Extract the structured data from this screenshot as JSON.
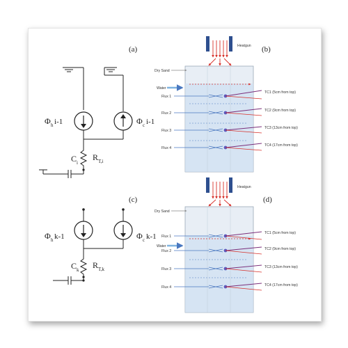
{
  "panels": {
    "a": {
      "label": "(a)",
      "flux_h": {
        "symbol": "Φ",
        "sub": "h",
        "suffix": "i-1"
      },
      "flux_c": {
        "symbol": "Φ",
        "sub": "c",
        "suffix": "i-1"
      },
      "capacitor": {
        "symbol": "C",
        "sub": "i"
      },
      "resistor": {
        "symbol": "R",
        "sub": "T,i"
      }
    },
    "b": {
      "label": "(b)",
      "heatgun": "Heatgun",
      "dry_sand": "Dry Sand",
      "water": "Water",
      "fluxes": [
        "Flux 1",
        "Flux 2",
        "Flux 3",
        "Flux 4"
      ],
      "tcs": [
        "TC1 (5cm from top)",
        "TC2 (9cm from top)",
        "TC3 (13cm from top)",
        "TC4 (17cm from top)"
      ]
    },
    "c": {
      "label": "(c)",
      "flux_h": {
        "symbol": "Φ",
        "sub": "h",
        "suffix": "k-1"
      },
      "flux_c": {
        "symbol": "Φ",
        "sub": "c",
        "suffix": "k-1"
      },
      "capacitor": {
        "symbol": "C",
        "sub": "k"
      },
      "resistor": {
        "symbol": "R",
        "sub": "T,k"
      }
    },
    "d": {
      "label": "(d)",
      "heatgun": "Heatgun",
      "dry_sand": "Dry Sand",
      "water": "Water",
      "fluxes": [
        "Flux 1",
        "Flux 2",
        "Flux 3",
        "Flux 4"
      ],
      "tcs": [
        "TC1 (5cm from top)",
        "TC2 (9cm from top)",
        "TC3 (13cm from top)",
        "TC4 (17cm from top)"
      ]
    }
  },
  "colors": {
    "heatgun": "#2e4f8f",
    "arrow_red": "#d7302a",
    "flux_blue": "#4a78c0",
    "tc_line": "#7a2e7a",
    "sand": "#e8eef5",
    "water": "#cfe0f2"
  }
}
